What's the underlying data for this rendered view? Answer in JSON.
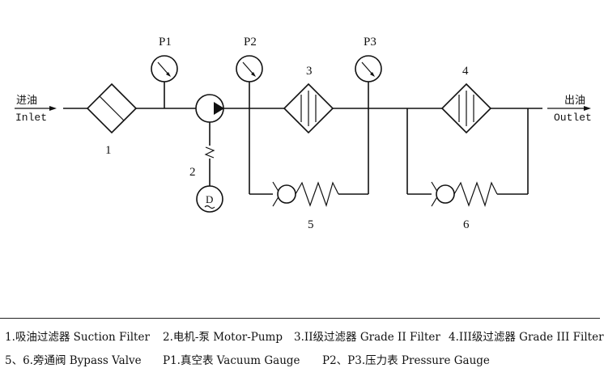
{
  "inlet": {
    "cn": "进油",
    "en": "Inlet"
  },
  "outlet": {
    "cn": "出油",
    "en": "Outlet"
  },
  "labels": {
    "p1": "P1",
    "p2": "P2",
    "p3": "P3",
    "c1": "1",
    "c2": "2",
    "c3": "3",
    "c4": "4",
    "c5": "5",
    "c6": "6",
    "motor": "D"
  },
  "legend": {
    "row1": [
      "1.吸油过滤器 Suction Filter",
      "2.电机-泵 Motor-Pump",
      "3.II级过滤器 Grade II Filter",
      "4.III级过滤器 Grade III Filter"
    ],
    "row2": [
      "5、6.旁通阀 Bypass Valve",
      "P1.真空表 Vacuum Gauge",
      "P2、P3.压力表 Pressure Gauge"
    ]
  }
}
